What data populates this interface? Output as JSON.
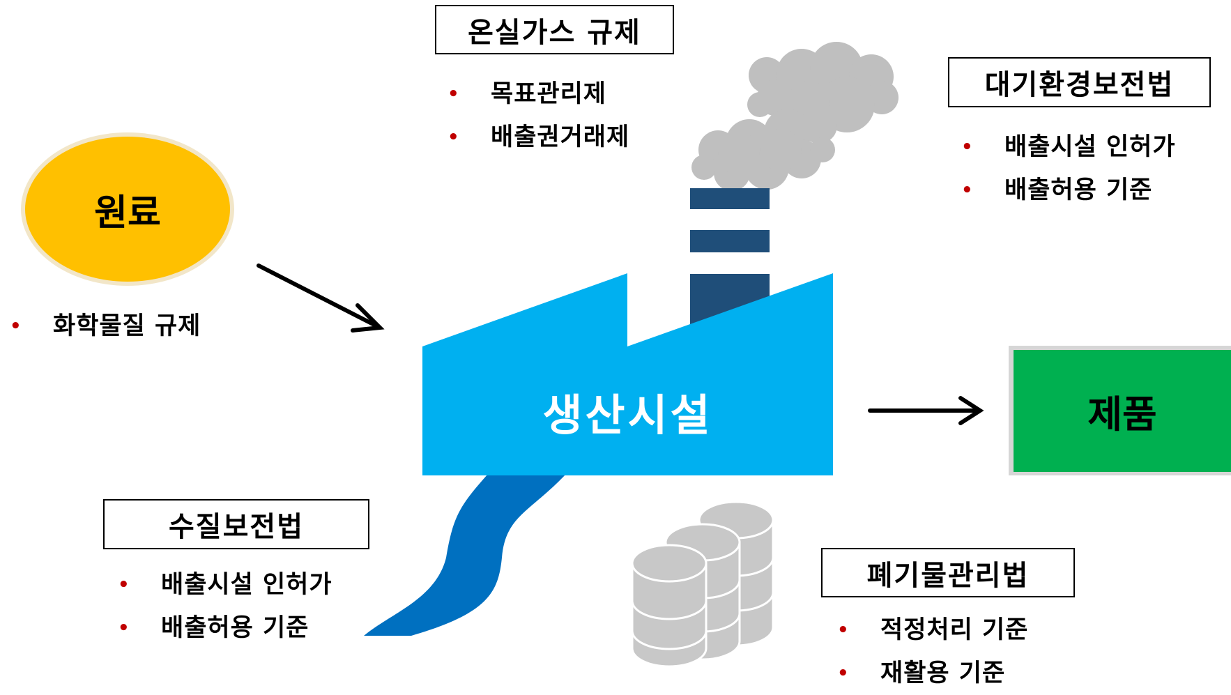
{
  "raw_material": {
    "label": "원료",
    "fill": "#ffc000",
    "rim": "#f2e6c8"
  },
  "raw_material_rules": {
    "items": [
      "화학물질 규제"
    ]
  },
  "facility": {
    "label": "생산시설",
    "color": "#00b0f0",
    "text_color": "#ffffff"
  },
  "chimney": {
    "color": "#1f4e79"
  },
  "smoke": {
    "color": "#bfbfbf"
  },
  "wastewater": {
    "color": "#0070c0"
  },
  "drums": {
    "color": "#c8c8c8"
  },
  "product": {
    "label": "제품",
    "fill": "#00b050",
    "rim": "#d6d6d6"
  },
  "greenhouse_gas": {
    "title": "온실가스 규제",
    "items": [
      "목표관리제",
      "배출권거래제"
    ]
  },
  "air_quality": {
    "title": "대기환경보전법",
    "items": [
      "배출시설 인허가",
      "배출허용 기준"
    ]
  },
  "water_quality": {
    "title": "수질보전법",
    "items": [
      "배출시설 인허가",
      "배출허용 기준"
    ]
  },
  "waste_management": {
    "title": "폐기물관리법",
    "items": [
      "적정처리 기준",
      "재활용 기준"
    ]
  },
  "bullet_symbol": "•",
  "bullet_color": "#c00000"
}
